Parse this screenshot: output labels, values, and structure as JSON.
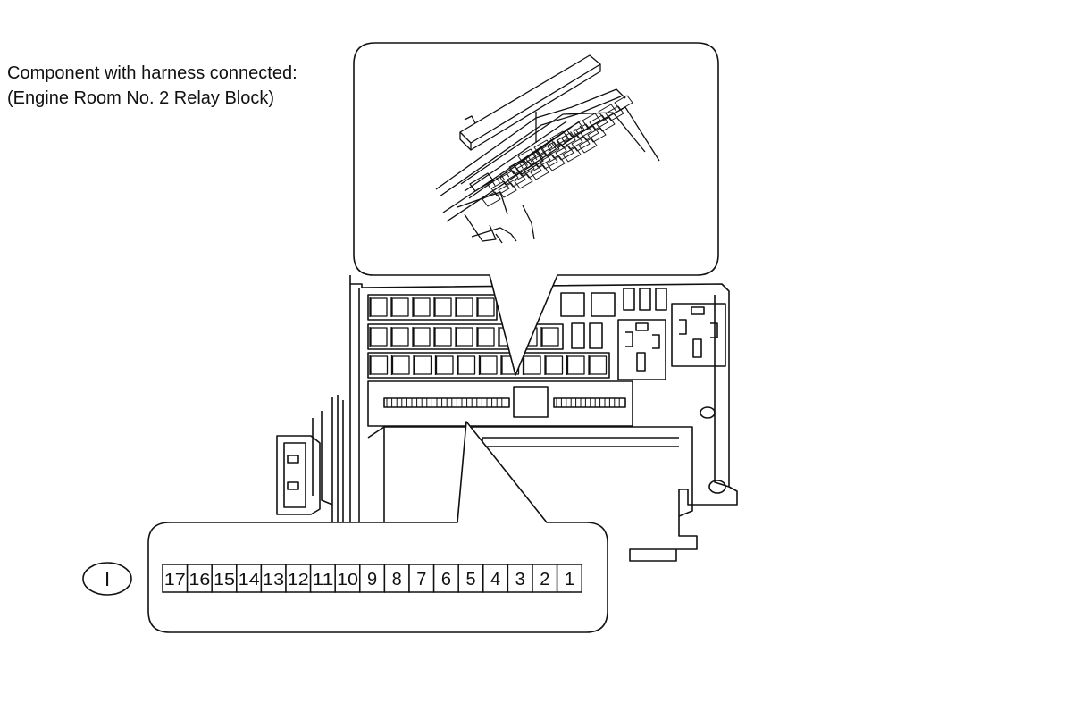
{
  "caption": {
    "line1": "Component with harness connected:",
    "line2": "(Engine Room No. 2 Relay Block)"
  },
  "connector": {
    "code": "I",
    "pins": [
      "17",
      "16",
      "15",
      "14",
      "13",
      "12",
      "11",
      "10",
      "9",
      "8",
      "7",
      "6",
      "5",
      "4",
      "3",
      "2",
      "1"
    ]
  },
  "colors": {
    "line": "#111111",
    "background": "#ffffff"
  }
}
